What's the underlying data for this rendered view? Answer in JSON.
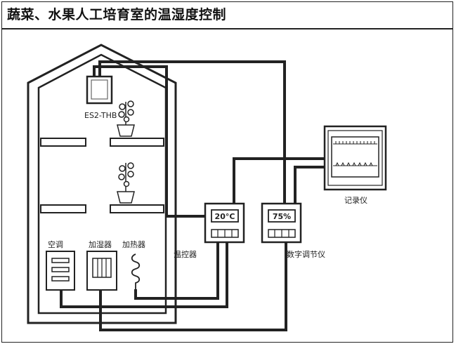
{
  "title": "蔬菜、水果人工培育室的温湿度控制",
  "labels": {
    "sensor": "ES2-THB",
    "ac": "空调",
    "humidifier": "加湿器",
    "heater": "加热器",
    "temp_controller": "温控器",
    "digital_regulator": "数字调节仪",
    "recorder": "记录仪"
  },
  "displays": {
    "temperature": "20°C",
    "humidity": "75%"
  }
}
